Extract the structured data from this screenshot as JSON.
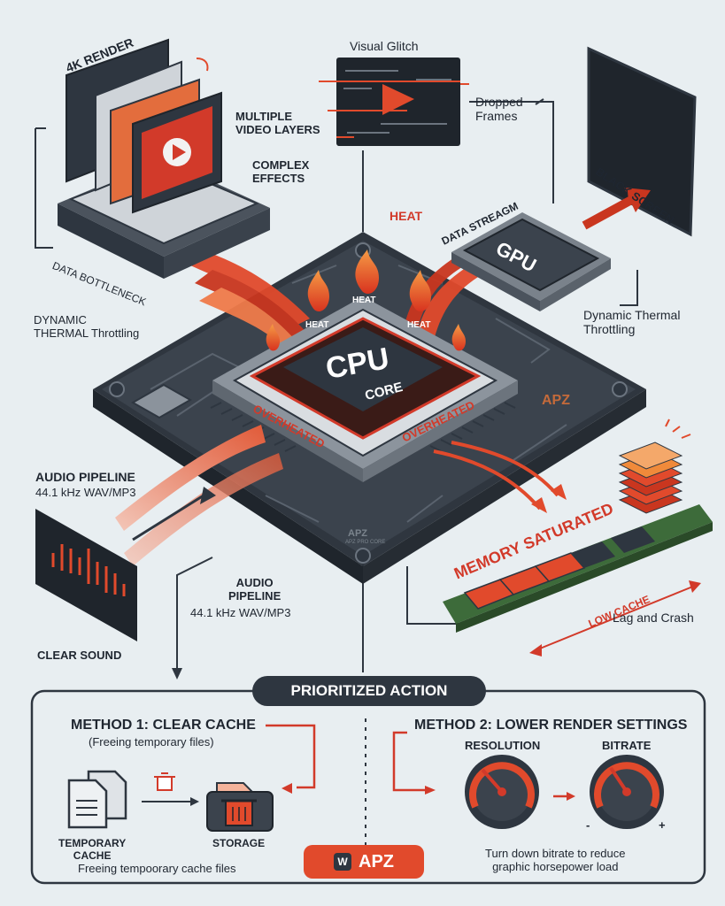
{
  "top": {
    "render_4k": "4K RENDER",
    "multiple_layers": "MULTIPLE\nVIDEO LAYERS",
    "complex_effects": "COMPLEX\nEFFECTS",
    "visual_glitch": "Visual Glitch",
    "dropped_frames": "Dropped\nFrames",
    "black_screen": "BLACK SCREEN",
    "data_bottleneck": "DATA BOTTLENECK",
    "data_stream": "DATA STREAGM",
    "heat_main": "HEAT",
    "gpu": "GPU",
    "dyn_throttle_left": "DYNAMIC\nTHERMAL Throttling",
    "dyn_throttle_right": "Dynamic Thermal\nThrottling"
  },
  "cpu": {
    "title": "CPU",
    "subtitle": "CORE",
    "overheated_left": "OVERHEATED",
    "overheated_right": "OVERHEATED",
    "heat_badges": [
      "HEAT",
      "HEAT",
      "HEAT"
    ],
    "board_brand": "APZ",
    "board_brand_small": "APZ",
    "board_brand_tag": "APZ PRO CORE"
  },
  "audio": {
    "pipeline_top": "AUDIO PIPELINE",
    "pipeline_top_sub": "44.1 kHz WAV/MP3",
    "pipeline_mid": "AUDIO\nPIPELINE",
    "pipeline_mid_sub": "44.1 kHz WAV/MP3",
    "clear_sound": "CLEAR SOUND"
  },
  "memory": {
    "saturated": "MEMORY SATURATED",
    "low_cache": "LOW CACHE",
    "lag_crash": "Lag and Crash"
  },
  "action": {
    "title": "PRIORITIZED ACTION",
    "method1_title": "METHOD 1: CLEAR CACHE",
    "method1_sub": "(Freeing temporary files)",
    "temp_cache": "TEMPORARY\nCACHE",
    "storage": "STORAGE",
    "method1_caption": "Freeing tempoorary cache files",
    "method2_title": "METHOD 2: LOWER RENDER SETTINGS",
    "resolution": "RESOLUTION",
    "bitrate": "BITRATE",
    "minus": "-",
    "plus": "+",
    "method2_caption": "Turn down bitrate to reduce\ngraphic horsepower load",
    "brand_button": "APZ",
    "brand_logo": "W"
  },
  "colors": {
    "accent": "#e14a2c",
    "dark": "#2e3640",
    "board": "#3b434d",
    "bg": "#e8eef1"
  }
}
